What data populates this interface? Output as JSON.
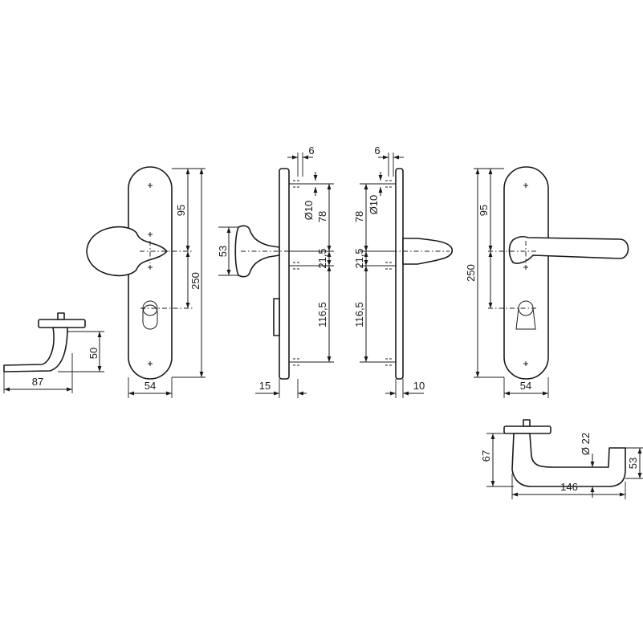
{
  "dimensions": {
    "lever_side_width": "87",
    "lever_side_height": "50",
    "knob_plate_to_center": "95",
    "knob_plate_length": "250",
    "knob_plate_width": "54",
    "knob_projection": "53",
    "knob_side_hole_offset": "6",
    "knob_side_hole_diameter": "Ø10",
    "knob_side_upper": "78",
    "knob_side_mid": "21,5",
    "knob_side_lower": "116,5",
    "knob_side_thickness": "15",
    "lever_side_hole_offset": "6",
    "lever_side_hole_diameter": "Ø10",
    "lever_side_upper": "78",
    "lever_side_mid": "21,5",
    "lever_side_lower": "116,5",
    "lever_side_thickness": "10",
    "lever_plate_to_center": "95",
    "lever_plate_length": "250",
    "lever_plate_width": "54",
    "lever_top_height": "67",
    "lever_grip_diameter": "Ø 22",
    "lever_top_drop": "53",
    "lever_top_length": "146"
  }
}
